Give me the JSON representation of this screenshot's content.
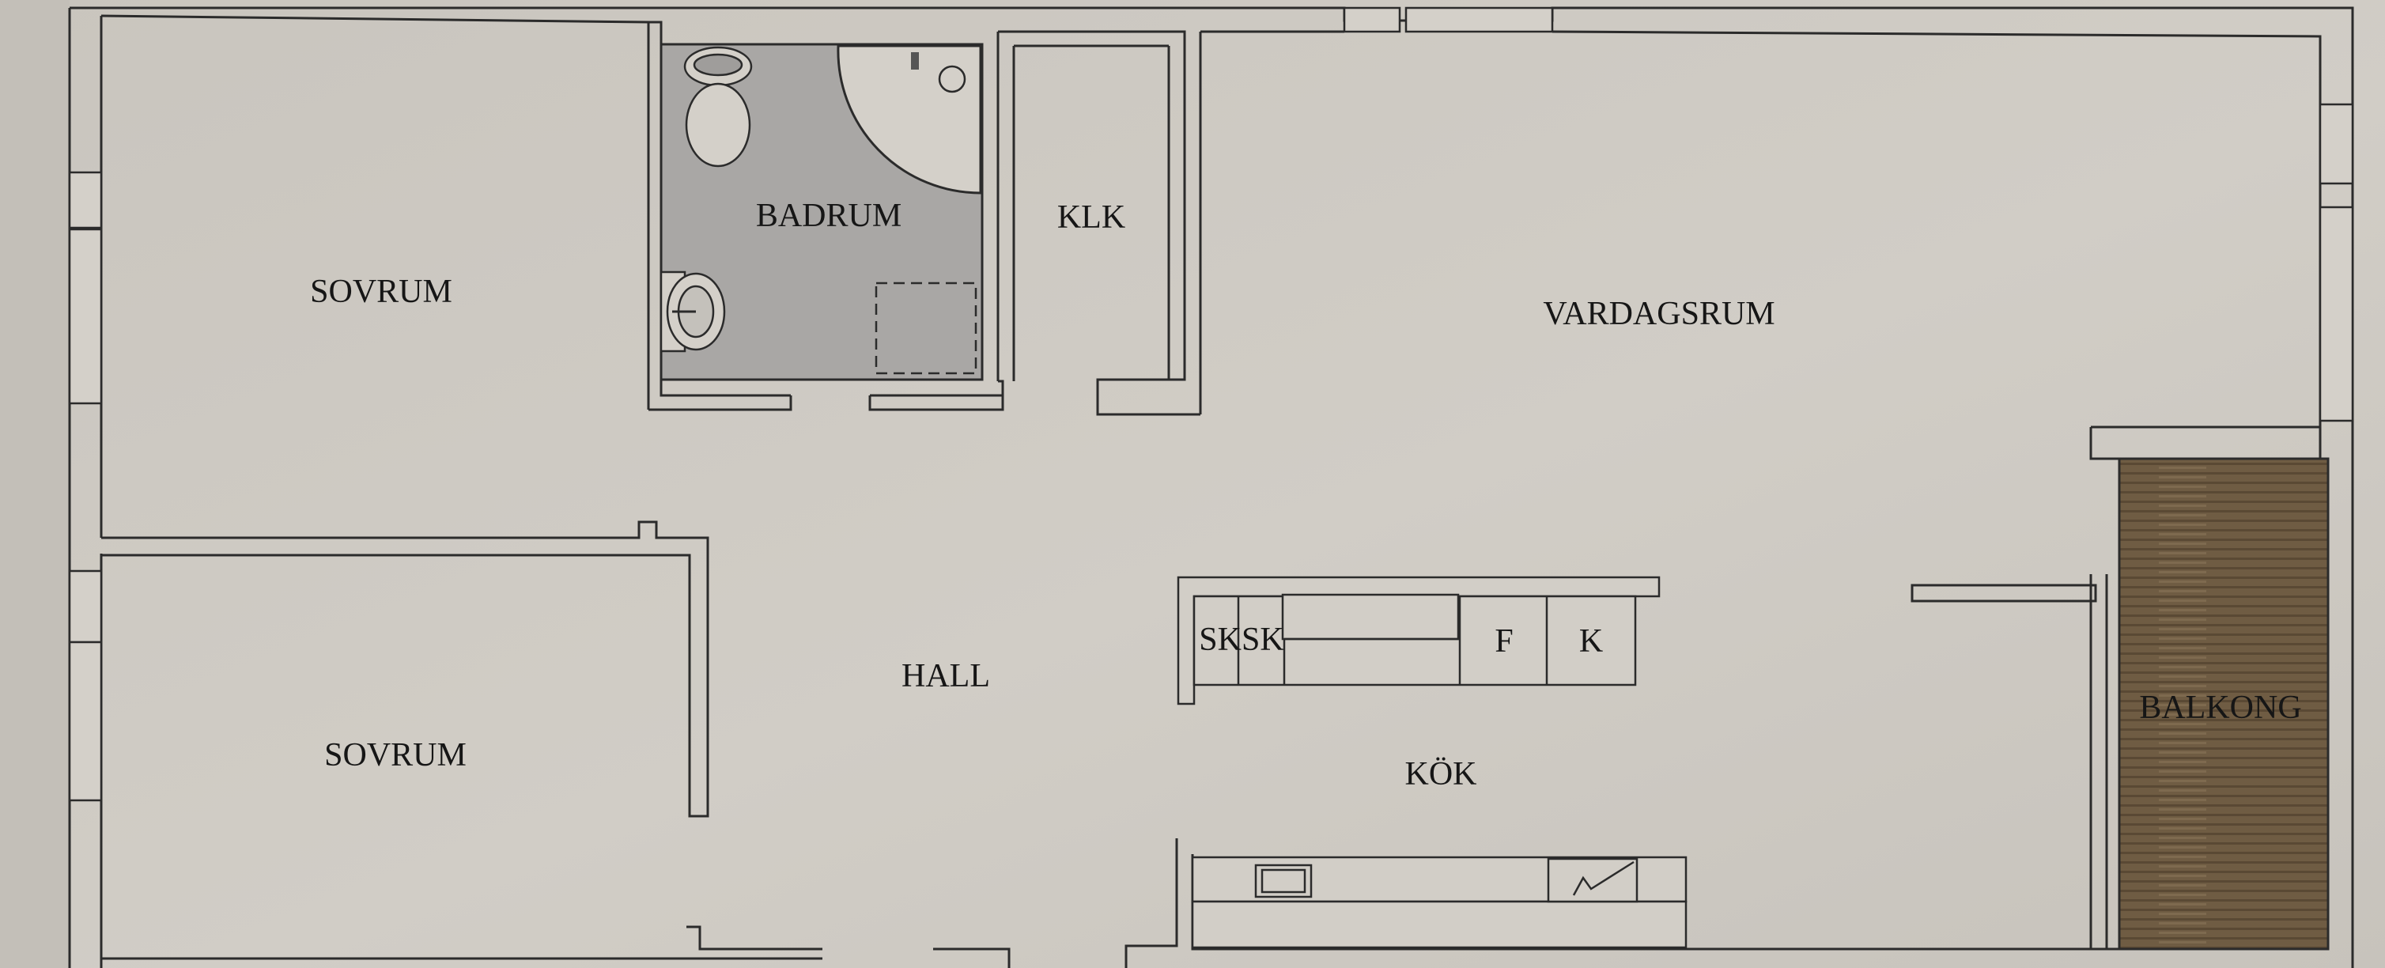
{
  "floorplan": {
    "rooms": {
      "sovrum_1": "SOVRUM",
      "badrum": "BADRUM",
      "klk": "KLK",
      "vardagsrum": "VARDAGSRUM",
      "sovrum_2": "SOVRUM",
      "hall": "HALL",
      "kok": "KÖK",
      "balkong": "BALKONG"
    },
    "appliances": {
      "sksk": "SKSK",
      "f": "F",
      "k": "K"
    }
  },
  "colors": {
    "paper": "#cdc9c2",
    "wall": "#2b2b2b",
    "bath_floor": "#a9a7a5",
    "balcony_wood": "#6f5c43"
  }
}
